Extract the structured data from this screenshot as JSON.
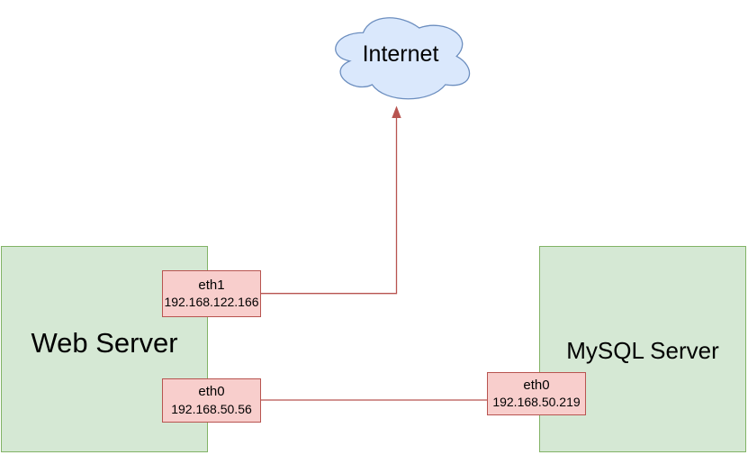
{
  "nodes": {
    "internet": {
      "label": "Internet",
      "shape": "cloud"
    },
    "web_server": {
      "label": "Web Server",
      "interfaces": [
        {
          "name": "eth1",
          "ip": "192.168.122.166"
        },
        {
          "name": "eth0",
          "ip": "192.168.50.56"
        }
      ]
    },
    "mysql_server": {
      "label": "MySQL Server",
      "interfaces": [
        {
          "name": "eth0",
          "ip": "192.168.50.219"
        }
      ]
    }
  },
  "connections": [
    {
      "from": "Web Server eth1",
      "to": "Internet",
      "arrowhead": "end"
    },
    {
      "from": "Web Server eth0",
      "to": "MySQL Server eth0",
      "arrowhead": "none"
    }
  ],
  "colors": {
    "background": "#ffffff",
    "text": "#000000",
    "server_fill": "#d5e8d4",
    "server_border": "#82b366",
    "interface_fill": "#f8cecc",
    "interface_border": "#b85450",
    "cloud_fill": "#dae8fc",
    "cloud_border": "#6c8ebf",
    "connector": "#b85450"
  }
}
